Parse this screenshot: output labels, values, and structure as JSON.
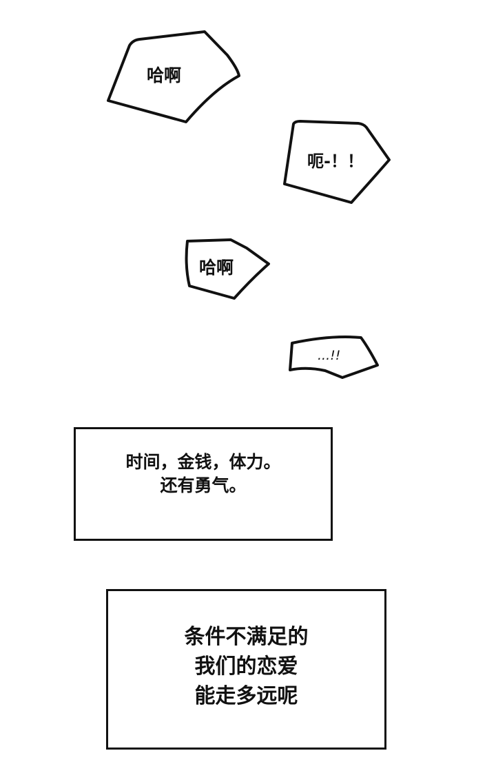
{
  "panels": {
    "bubble_1": {
      "text": "哈啊"
    },
    "bubble_2": {
      "text": "呃-！！"
    },
    "bubble_3": {
      "text": "哈啊"
    },
    "bubble_4": {
      "text": "...!!"
    },
    "narration_1": {
      "lines": [
        "时间，金钱，体力。",
        "还有勇气。"
      ]
    },
    "narration_2": {
      "lines": [
        "条件不满足的",
        "我们的恋爱",
        "能走多远呢"
      ]
    }
  },
  "colors": {
    "background": "#ffffff",
    "ink": "#111111"
  }
}
